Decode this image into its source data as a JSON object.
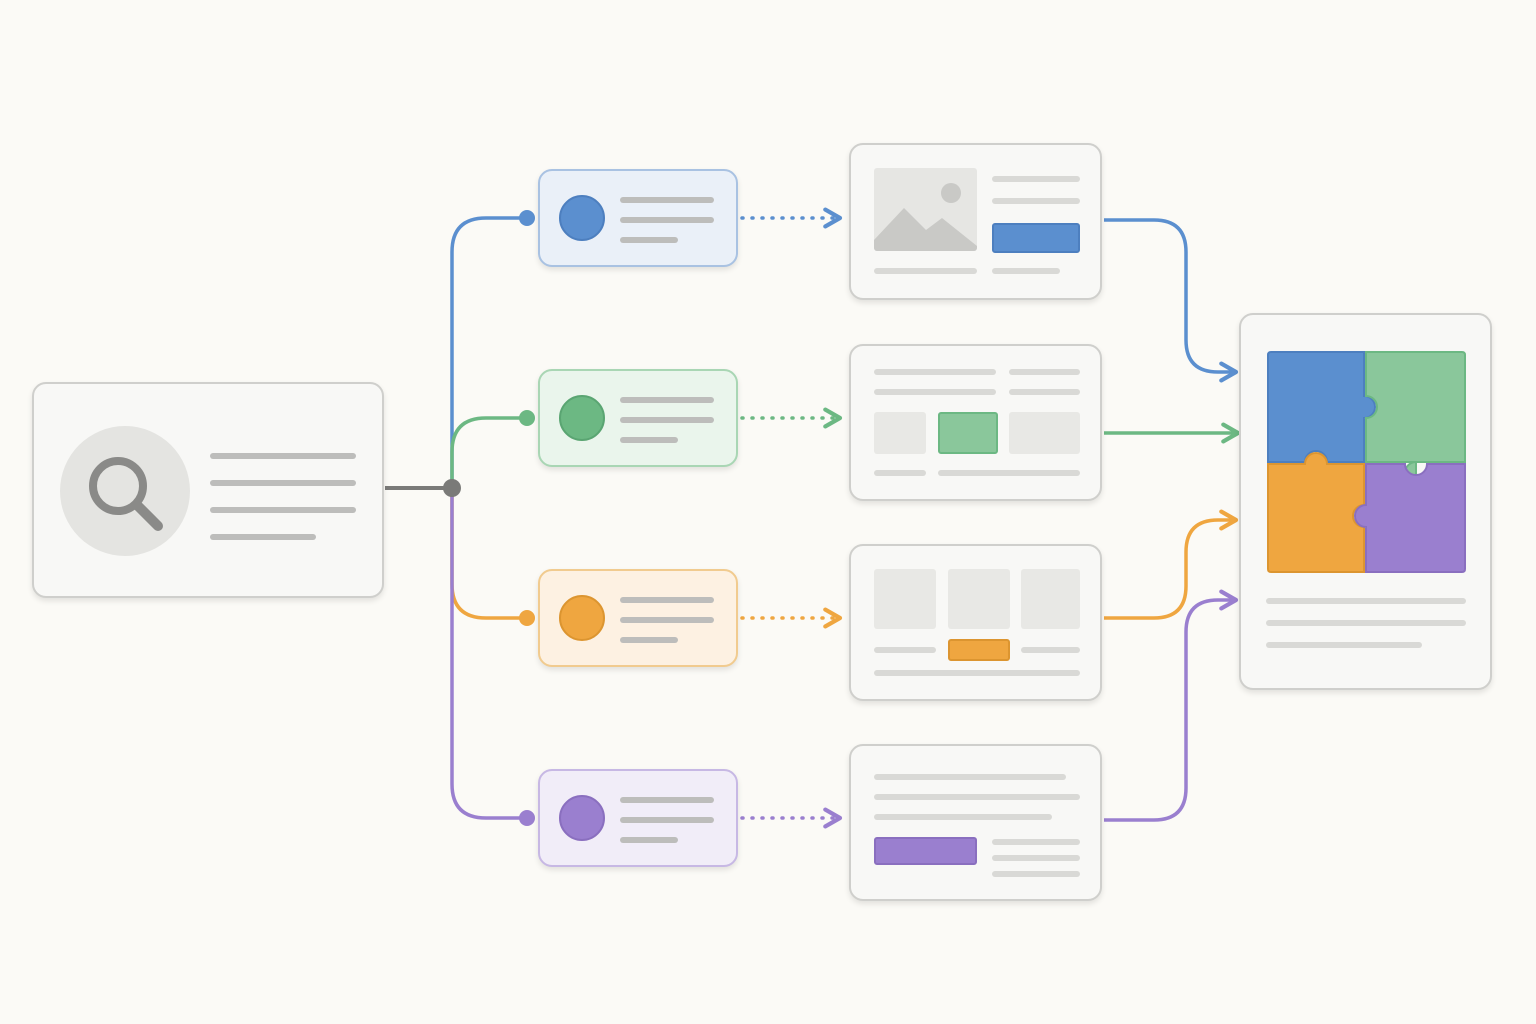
{
  "diagram": {
    "source": {
      "icon": "search-icon"
    },
    "branches": [
      {
        "name": "blue",
        "color": "#5b8fcf",
        "tint": "#eaf0f8",
        "border": "#a9c2e2"
      },
      {
        "name": "green",
        "color": "#6cb883",
        "tint": "#eaf5ec",
        "border": "#a9d6b4"
      },
      {
        "name": "orange",
        "color": "#efa640",
        "tint": "#fdf1e2",
        "border": "#f1cb8f"
      },
      {
        "name": "purple",
        "color": "#9a7fcf",
        "tint": "#f1edf8",
        "border": "#c7b8e4"
      }
    ],
    "result": {
      "icon": "puzzle-icon"
    },
    "colors": {
      "connector_gray": "#7a7a78",
      "card_border": "#cfcfcc",
      "background": "#fbfaf6"
    }
  }
}
